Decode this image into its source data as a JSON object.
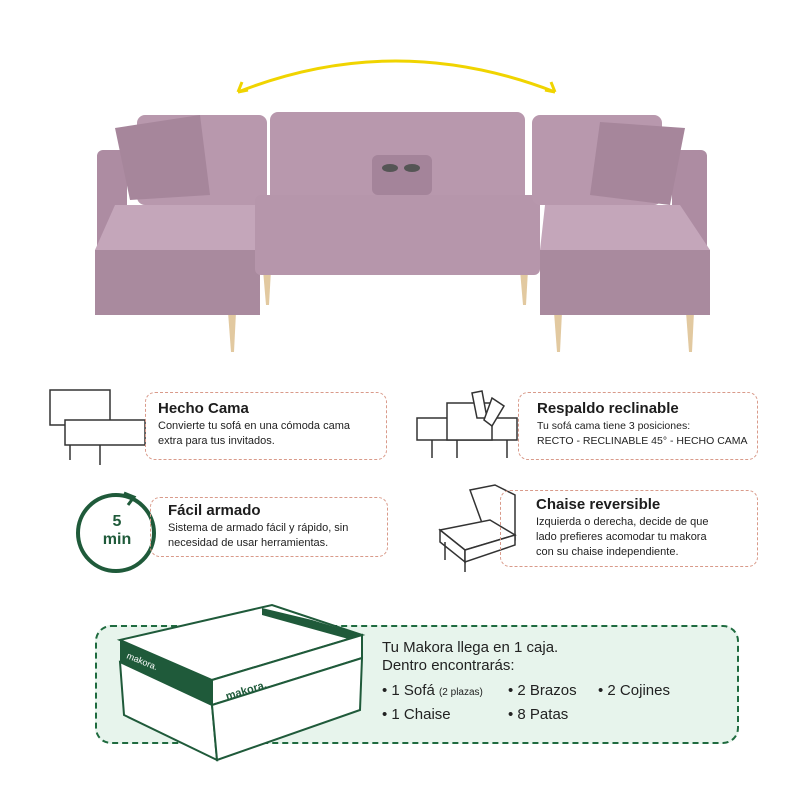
{
  "features": [
    {
      "title": "Hecho Cama",
      "desc": [
        "Convierte tu sofá en una cómoda cama",
        "extra para tus invitados."
      ]
    },
    {
      "title": "Respaldo reclinable",
      "desc": [
        "Tu sofá cama tiene 3 posiciones:",
        "RECTO - RECLINABLE 45° - HECHO CAMA"
      ]
    },
    {
      "title": "Fácil armado",
      "desc": [
        "Sistema de armado fácil y rápido, sin",
        "necesidad de usar herramientas."
      ]
    },
    {
      "title": "Chaise reversible",
      "desc": [
        "Izquierda o derecha, decide de que",
        "lado prefieres acomodar tu makora",
        "con su chaise independiente."
      ]
    }
  ],
  "timer": {
    "value": "5",
    "unit": "min"
  },
  "box": {
    "brand": "makora.",
    "line1": "Tu Makora llega en 1 caja.",
    "line2": "Dentro encontrarás:",
    "items": [
      {
        "label": "1 Sofá",
        "note": "(2 plazas)"
      },
      {
        "label": "2 Brazos"
      },
      {
        "label": "2 Cojines"
      },
      {
        "label": "1 Chaise"
      },
      {
        "label": "8 Patas"
      }
    ]
  },
  "colors": {
    "sofa": "#b898ad",
    "accent": "#1f6b3f",
    "dash": "#d99a8a",
    "arrow": "#f0d400"
  }
}
